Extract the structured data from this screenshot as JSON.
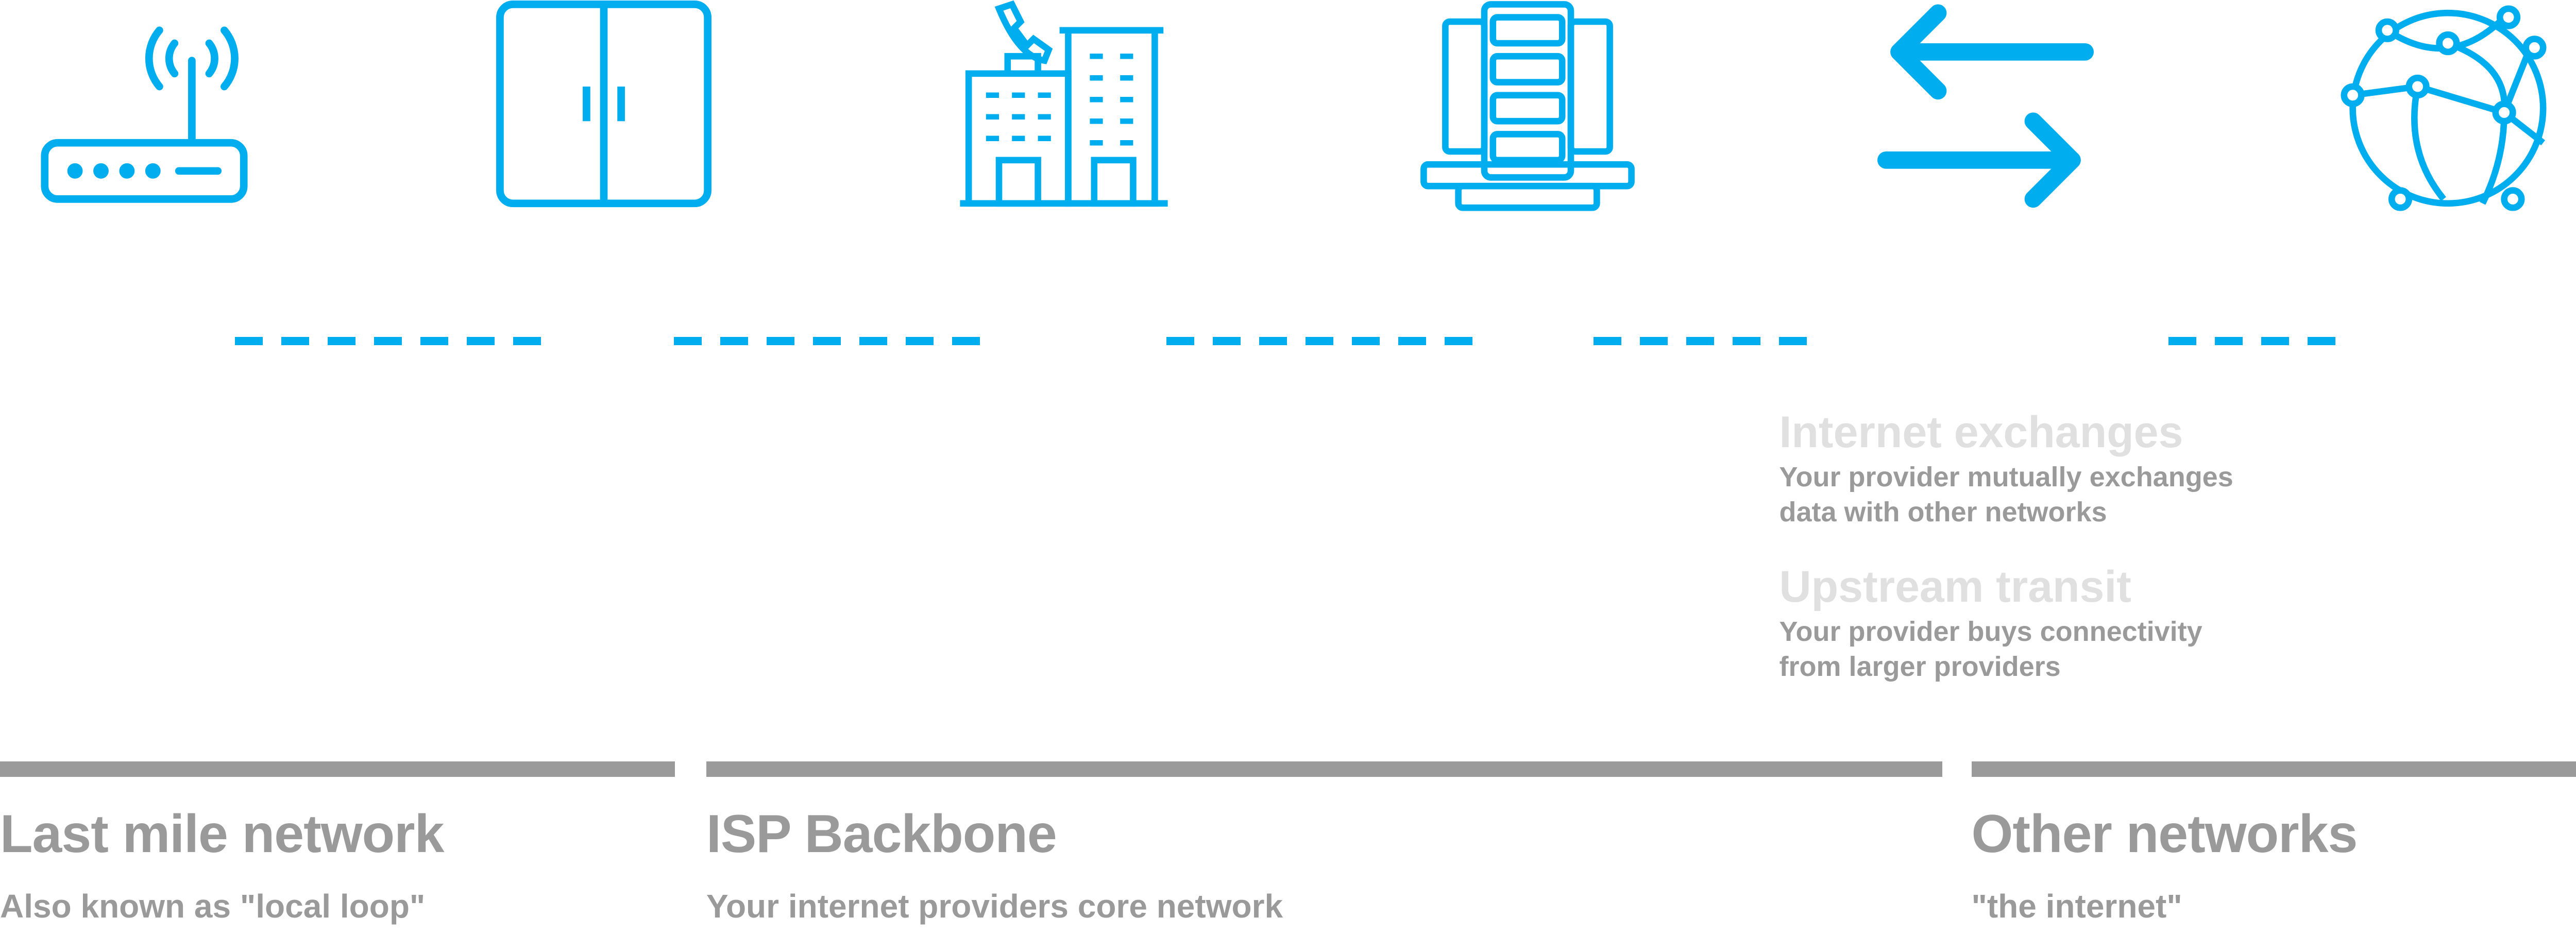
{
  "colors": {
    "accent": "#00aeef",
    "bar": "#9a9a9a",
    "muted_title": "#e0e0e0",
    "text": "#9a9a9a"
  },
  "icons": [
    "wifi-router-icon",
    "cabinet-icon",
    "telephone-exchange-building-icon",
    "server-rack-icon",
    "exchange-arrows-icon",
    "globe-network-icon"
  ],
  "sections": [
    {
      "title": "Last mile network",
      "subtitle": "Also known as \"local loop\""
    },
    {
      "title": "ISP Backbone",
      "subtitle": "Your internet providers core network"
    },
    {
      "title": "Other networks",
      "subtitle": "\"the internet\""
    }
  ],
  "notes": [
    {
      "title": "Internet exchanges",
      "lines": [
        "Your provider mutually exchanges",
        "data with other networks"
      ]
    },
    {
      "title": "Upstream transit",
      "lines": [
        "Your provider buys connectivity",
        "from larger providers"
      ]
    }
  ]
}
